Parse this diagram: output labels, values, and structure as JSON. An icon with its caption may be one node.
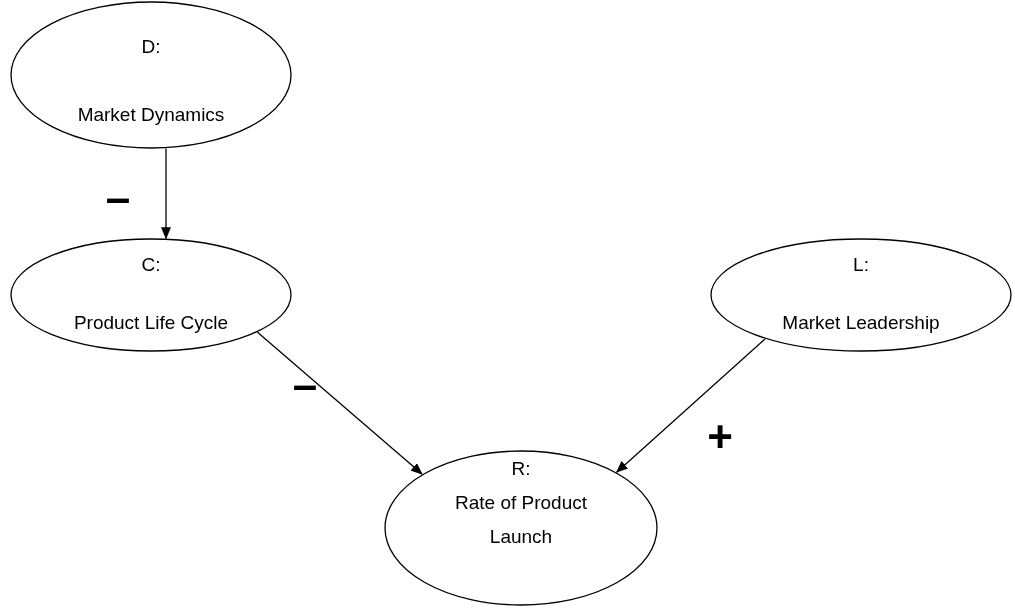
{
  "diagram": {
    "nodes": [
      {
        "text": [
          "D:",
          "Market Dynamics"
        ]
      },
      {
        "text": [
          "C:",
          "Product Life Cycle"
        ]
      },
      {
        "text": [
          "L:",
          "Market Leadership"
        ]
      },
      {
        "text": [
          "R:",
          "Rate of Product Launch"
        ]
      }
    ],
    "edges": [
      {
        "from": 0,
        "to": 1,
        "arrow": "to",
        "label": "–"
      },
      {
        "from": 1,
        "to": 3,
        "arrow": "to",
        "label": "–"
      },
      {
        "from": 2,
        "to": 3,
        "arrow": "to",
        "label": "+"
      }
    ]
  }
}
